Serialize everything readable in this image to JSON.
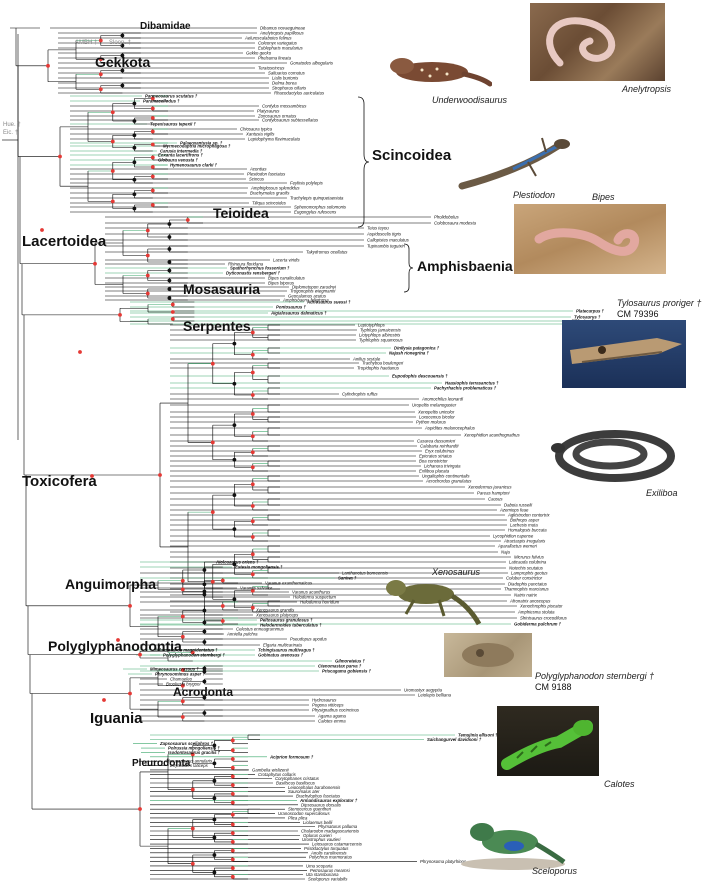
{
  "clades": {
    "dibamidae": "Dibamidae",
    "gekkota": "Gekkota",
    "scincoidea": "Scincoidea",
    "lacertoidea": "Lacertoidea",
    "teioidea": "Teioidea",
    "amphisbaenia": "Amphisbaenia",
    "mosasauria": "Mosasauria",
    "serpentes": "Serpentes",
    "toxicofera": "Toxicofera",
    "anguimorpha": "Anguimorpha",
    "polyglyphanodontia": "Polyglyphanodontia",
    "acrodonta": "Acrodonta",
    "iguania": "Iguania",
    "pleurodonta": "Pleurodonta"
  },
  "small_labels": {
    "ambh": "AMBH †",
    "sloop": "Sloop. †",
    "hue": "Hue. †",
    "eic": "Eic. †"
  },
  "photos": [
    {
      "key": "anelytropsis",
      "caption": "Anelytropsis",
      "icon": "snake-lizard-photo"
    },
    {
      "key": "underwoodisaurus",
      "caption": "Underwoodisaurus",
      "icon": "gecko-photo"
    },
    {
      "key": "plestiodon",
      "caption": "Plestiodon",
      "icon": "skink-photo"
    },
    {
      "key": "bipes",
      "caption": "Bipes",
      "icon": "amphisbaenian-photo"
    },
    {
      "key": "tylosaurus",
      "caption": "Tylosaurus proriger †",
      "specimen": "CM 79396",
      "icon": "mosasaur-skull-photo"
    },
    {
      "key": "exiliboa",
      "caption": "Exiliboa",
      "icon": "snake-photo"
    },
    {
      "key": "xenosaurus",
      "caption": "Xenosaurus",
      "icon": "xenosaur-photo"
    },
    {
      "key": "polyglyphanodon",
      "caption": "Polyglyphanodon sternbergi †",
      "specimen": "CM 9188",
      "icon": "fossil-skull-photo"
    },
    {
      "key": "calotes",
      "caption": "Calotes",
      "icon": "agamid-photo"
    },
    {
      "key": "sceloporus",
      "caption": "Sceloporus",
      "icon": "spiny-lizard-photo"
    }
  ],
  "colors": {
    "node": "#e53935",
    "fossil_branch": "#3aa86b",
    "branch": "#000000"
  },
  "taxa": [
    {
      "n": "Dibamus novaeguineae",
      "f": 0
    },
    {
      "n": "Anelytropsis papillosus",
      "f": 0
    },
    {
      "n": "Aeluroscalabotes felinus",
      "f": 0
    },
    {
      "n": "Coleonyx variegatus",
      "f": 0
    },
    {
      "n": "Eublepharis macularius",
      "f": 0
    },
    {
      "n": "Gekko gecko",
      "f": 0
    },
    {
      "n": "Phelsuma lineata",
      "f": 0
    },
    {
      "n": "Gonatodes albogularis",
      "f": 0
    },
    {
      "n": "Teratoscincus",
      "f": 0
    },
    {
      "n": "Saltuarius cornutus",
      "f": 0
    },
    {
      "n": "Lialis burtonis",
      "f": 0
    },
    {
      "n": "Delma borea",
      "f": 0
    },
    {
      "n": "Strophurus ciliaris",
      "f": 0
    },
    {
      "n": "Rhacodactylus auriculatus",
      "f": 0
    },
    {
      "n": "Parmeosaurus scutatus †",
      "f": 1
    },
    {
      "n": "Paramacellodus †",
      "f": 1
    },
    {
      "n": "Cordylus mossambicus",
      "f": 0
    },
    {
      "n": "Platysaurus",
      "f": 0
    },
    {
      "n": "Zonosaurus ornatus",
      "f": 0
    },
    {
      "n": "Cordylosaurus subtessellatus",
      "f": 0
    },
    {
      "n": "Tepexisaurus tepexii †",
      "f": 1
    },
    {
      "n": "Chiosaura typica",
      "f": 0
    },
    {
      "n": "Xantusia vigilis",
      "f": 0
    },
    {
      "n": "Lepidophyma flavimaculatu",
      "f": 0
    },
    {
      "n": "Palaeoxantusia sp. †",
      "f": 1
    },
    {
      "n": "Myrmecodaptria microphagosa †",
      "f": 1
    },
    {
      "n": "Carusia intermedia †",
      "f": 1
    },
    {
      "n": "Eoxanta lacertifrons †",
      "f": 1
    },
    {
      "n": "Globaura venusta †",
      "f": 1
    },
    {
      "n": "Hymenosaurus clarki †",
      "f": 1
    },
    {
      "n": "Acontias",
      "f": 0
    },
    {
      "n": "Plestiodon fasciatus",
      "f": 0
    },
    {
      "n": "Scincus",
      "f": 0
    },
    {
      "n": "Feylinia polylepis",
      "f": 0
    },
    {
      "n": "Amphiglossus splendidus",
      "f": 0
    },
    {
      "n": "Brachymeles gracilis",
      "f": 0
    },
    {
      "n": "Trachylepis quinquetaeniata",
      "f": 0
    },
    {
      "n": "Tiliqua scincoides",
      "f": 0
    },
    {
      "n": "Sphenomorphus solomonis",
      "f": 0
    },
    {
      "n": "Eugongylus rufescens",
      "f": 0
    },
    {
      "n": "Pholidobolus",
      "f": 0
    },
    {
      "n": "Colobosaura modesta",
      "f": 0
    },
    {
      "n": "Teius teyou",
      "f": 0
    },
    {
      "n": "Aspidoscelis tigris",
      "f": 0
    },
    {
      "n": "Callopistes maculatus",
      "f": 0
    },
    {
      "n": "Tupinambis teguixin",
      "f": 0
    },
    {
      "n": "Takydromus ocellatus",
      "f": 0
    },
    {
      "n": "Lacerta viridis",
      "f": 0
    },
    {
      "n": "Rhineura floridana",
      "f": 0
    },
    {
      "n": "Spathorhynchus fossorium †",
      "f": 1
    },
    {
      "n": "Dyticonastis rensbergeri †",
      "f": 1
    },
    {
      "n": "Bipes canaliculatus",
      "f": 0
    },
    {
      "n": "Bipes biporus",
      "f": 0
    },
    {
      "n": "Diplometopon zarudnyi",
      "f": 0
    },
    {
      "n": "Trogonophis wiegmanni",
      "f": 0
    },
    {
      "n": "Geocalamus acutus",
      "f": 0
    },
    {
      "n": "Amphisbaena fuliginosa",
      "f": 0
    },
    {
      "n": "Adriosaurus suessi †",
      "f": 1
    },
    {
      "n": "Pontosaurus †",
      "f": 1
    },
    {
      "n": "Aigialosaurus dalmaticus †",
      "f": 1
    },
    {
      "n": "Platecarpus †",
      "f": 1
    },
    {
      "n": "Tylosaurus †",
      "f": 1
    },
    {
      "n": "Clidastes †",
      "f": 1
    },
    {
      "n": "Plotosaurus †",
      "f": 1
    },
    {
      "n": "Leptotyphlops",
      "f": 0
    },
    {
      "n": "Typhlops jamaicensis",
      "f": 0
    },
    {
      "n": "Liotyphlops albirostris",
      "f": 0
    },
    {
      "n": "Typhlophis squamosus",
      "f": 0
    },
    {
      "n": "Dinilysia patagonica †",
      "f": 1
    },
    {
      "n": "Najash rionegrina †",
      "f": 1
    },
    {
      "n": "Anilius scytale",
      "f": 0
    },
    {
      "n": "Trachyboa boulengeri",
      "f": 0
    },
    {
      "n": "Tropidophis haetianus",
      "f": 0
    },
    {
      "n": "Eupodophis descouensis †",
      "f": 1
    },
    {
      "n": "Haasiophis terrasanctus †",
      "f": 1
    },
    {
      "n": "Pachyrhachis problematicus †",
      "f": 1
    },
    {
      "n": "Cylindrophis ruffus",
      "f": 0
    },
    {
      "n": "Anomochilus leonardi",
      "f": 0
    },
    {
      "n": "Uropeltis melanogaster",
      "f": 0
    },
    {
      "n": "Xenopeltis unicolor",
      "f": 0
    },
    {
      "n": "Loxocemus bicolor",
      "f": 0
    },
    {
      "n": "Python molurus",
      "f": 0
    },
    {
      "n": "Aspidites melanocephalus",
      "f": 0
    },
    {
      "n": "Xenophidion acanthognathus",
      "f": 0
    },
    {
      "n": "Casarea dussumieri",
      "f": 0
    },
    {
      "n": "Calabaria reinhardtii",
      "f": 0
    },
    {
      "n": "Eryx colubrinus",
      "f": 0
    },
    {
      "n": "Epicrates striatus",
      "f": 0
    },
    {
      "n": "Boa constrictor",
      "f": 0
    },
    {
      "n": "Lichanura trivirgata",
      "f": 0
    },
    {
      "n": "Exiliboa placata",
      "f": 0
    },
    {
      "n": "Ungaliophis continentalis",
      "f": 0
    },
    {
      "n": "Acrochordus granulatus",
      "f": 0
    },
    {
      "n": "Xenodermus javanicus",
      "f": 0
    },
    {
      "n": "Pareas hamptoni",
      "f": 0
    },
    {
      "n": "Causus",
      "f": 0
    },
    {
      "n": "Daboia russelii",
      "f": 0
    },
    {
      "n": "Azemiops feae",
      "f": 0
    },
    {
      "n": "Agkistrodon contortrix",
      "f": 0
    },
    {
      "n": "Bothrops asper",
      "f": 0
    },
    {
      "n": "Lachesis muta",
      "f": 0
    },
    {
      "n": "Homalopsis buccata",
      "f": 0
    },
    {
      "n": "Lycophidion capense",
      "f": 0
    },
    {
      "n": "Atractaspis irregularis",
      "f": 0
    },
    {
      "n": "Aparallactus werneri",
      "f": 0
    },
    {
      "n": "Naja",
      "f": 0
    },
    {
      "n": "Micrurus fulvius",
      "f": 0
    },
    {
      "n": "Laticauda colubrina",
      "f": 0
    },
    {
      "n": "Notechis scutatus",
      "f": 0
    },
    {
      "n": "Lamprophis geotus",
      "f": 0
    },
    {
      "n": "Coluber constrictor",
      "f": 0
    },
    {
      "n": "Diadophis punctatus",
      "f": 0
    },
    {
      "n": "Thamnophis marcianus",
      "f": 0
    },
    {
      "n": "Natrix natrix",
      "f": 0
    },
    {
      "n": "Afronatrix anoscopus",
      "f": 0
    },
    {
      "n": "Xenochrophis piscator",
      "f": 0
    },
    {
      "n": "Amphiesma stolata",
      "f": 0
    },
    {
      "n": "Shinisaurus crocodilurus",
      "f": 0
    },
    {
      "n": "Gobiderma pulchrum †",
      "f": 1
    },
    {
      "n": "Aiolosaurus oriens †",
      "f": 1
    },
    {
      "n": "Estesia mongoliensis †",
      "f": 1
    },
    {
      "n": "Lanthanotus borneensis",
      "f": 0
    },
    {
      "n": "Saniwa †",
      "f": 1
    },
    {
      "n": "Varanus exanthematicus",
      "f": 0
    },
    {
      "n": "Varanus salvator",
      "f": 0
    },
    {
      "n": "Varanus acanthurus",
      "f": 0
    },
    {
      "n": "Heloderma suspectum",
      "f": 0
    },
    {
      "n": "Heloderma horridum",
      "f": 0
    },
    {
      "n": "Xenosaurus grandis",
      "f": 0
    },
    {
      "n": "Xenosaurus platyceps",
      "f": 0
    },
    {
      "n": "Peltosaurus granulosus †",
      "f": 1
    },
    {
      "n": "Helodermoides tuberculatus †",
      "f": 1
    },
    {
      "n": "Celestus enneagrammus",
      "f": 0
    },
    {
      "n": "Anniella pulchra",
      "f": 0
    },
    {
      "n": "Pseudopus apodus",
      "f": 0
    },
    {
      "n": "Elgaria multicarinata",
      "f": 0
    },
    {
      "n": "Tchingisaurus multivagus †",
      "f": 1
    },
    {
      "n": "Gobinatus arenosus †",
      "f": 1
    },
    {
      "n": "Adamisaurus magnidentatus †",
      "f": 1
    },
    {
      "n": "Polyglyphanodon sternbergi †",
      "f": 1
    },
    {
      "n": "Gilmoreteius †",
      "f": 1
    },
    {
      "n": "Ctenomastax parva †",
      "f": 1
    },
    {
      "n": "Priscagama gobiensis †",
      "f": 1
    },
    {
      "n": "Mimeosaurus crassus †",
      "f": 1
    },
    {
      "n": "Phrynosomimus asper †",
      "f": 1
    },
    {
      "n": "Chamaeleo",
      "f": 0
    },
    {
      "n": "Brookesia brygooi",
      "f": 0
    },
    {
      "n": "Uromastyx aegyptia",
      "f": 0
    },
    {
      "n": "Leiolepis belliana",
      "f": 0
    },
    {
      "n": "Hydrosaurus",
      "f": 0
    },
    {
      "n": "Pogona vitticeps",
      "f": 0
    },
    {
      "n": "Physignathus cocincinus",
      "f": 0
    },
    {
      "n": "Agama agama",
      "f": 0
    },
    {
      "n": "Calotes emma",
      "f": 0
    },
    {
      "n": "Temujinia ellisoni †",
      "f": 1
    },
    {
      "n": "Saichangurvel davidsoni †",
      "f": 1
    },
    {
      "n": "Zapsosaurus sceliphros †",
      "f": 1
    },
    {
      "n": "Polrussia mongoliensis †",
      "f": 1
    },
    {
      "n": "Isodontosaurus gracilis †",
      "f": 1
    },
    {
      "n": "Aciprion formosum †",
      "f": 1
    },
    {
      "n": "Morunasaurus annularis",
      "f": 0
    },
    {
      "n": "Enyalioides laticeps",
      "f": 0
    },
    {
      "n": "Gambelia wislizenii",
      "f": 0
    },
    {
      "n": "Crotaphytus collaris",
      "f": 0
    },
    {
      "n": "Corytophanes cristatus",
      "f": 0
    },
    {
      "n": "Basiliscus basiliscus",
      "f": 0
    },
    {
      "n": "Leiocephalus barahonensis",
      "f": 0
    },
    {
      "n": "Sauromalus ater",
      "f": 0
    },
    {
      "n": "Brachylophus fasciatus",
      "f": 0
    },
    {
      "n": "Armandisaurus explorator †",
      "f": 1
    },
    {
      "n": "Dipsosaurus dorsalis",
      "f": 0
    },
    {
      "n": "Stenocercus guentheri",
      "f": 0
    },
    {
      "n": "Uranoscodon superciliosus",
      "f": 0
    },
    {
      "n": "Plica plica",
      "f": 0
    },
    {
      "n": "Liolaemus bellii",
      "f": 0
    },
    {
      "n": "Phymaturus palluma",
      "f": 0
    },
    {
      "n": "Chalarodon madagascariensis",
      "f": 0
    },
    {
      "n": "Oplurus cuvieri",
      "f": 0
    },
    {
      "n": "Urostrophus vautieri",
      "f": 0
    },
    {
      "n": "Leiosaurus catamarcensis",
      "f": 0
    },
    {
      "n": "Pristidactylus torquatus",
      "f": 0
    },
    {
      "n": "Anolis carolinensis",
      "f": 0
    },
    {
      "n": "Polychrus marmoratus",
      "f": 0
    },
    {
      "n": "Phrynosoma platyrhinos",
      "f": 0
    },
    {
      "n": "Uma scoparia",
      "f": 0
    },
    {
      "n": "Petrosaurus mearnsi",
      "f": 0
    },
    {
      "n": "Uta stansburiana",
      "f": 0
    },
    {
      "n": "Sceloporus variabilis",
      "f": 0
    }
  ]
}
